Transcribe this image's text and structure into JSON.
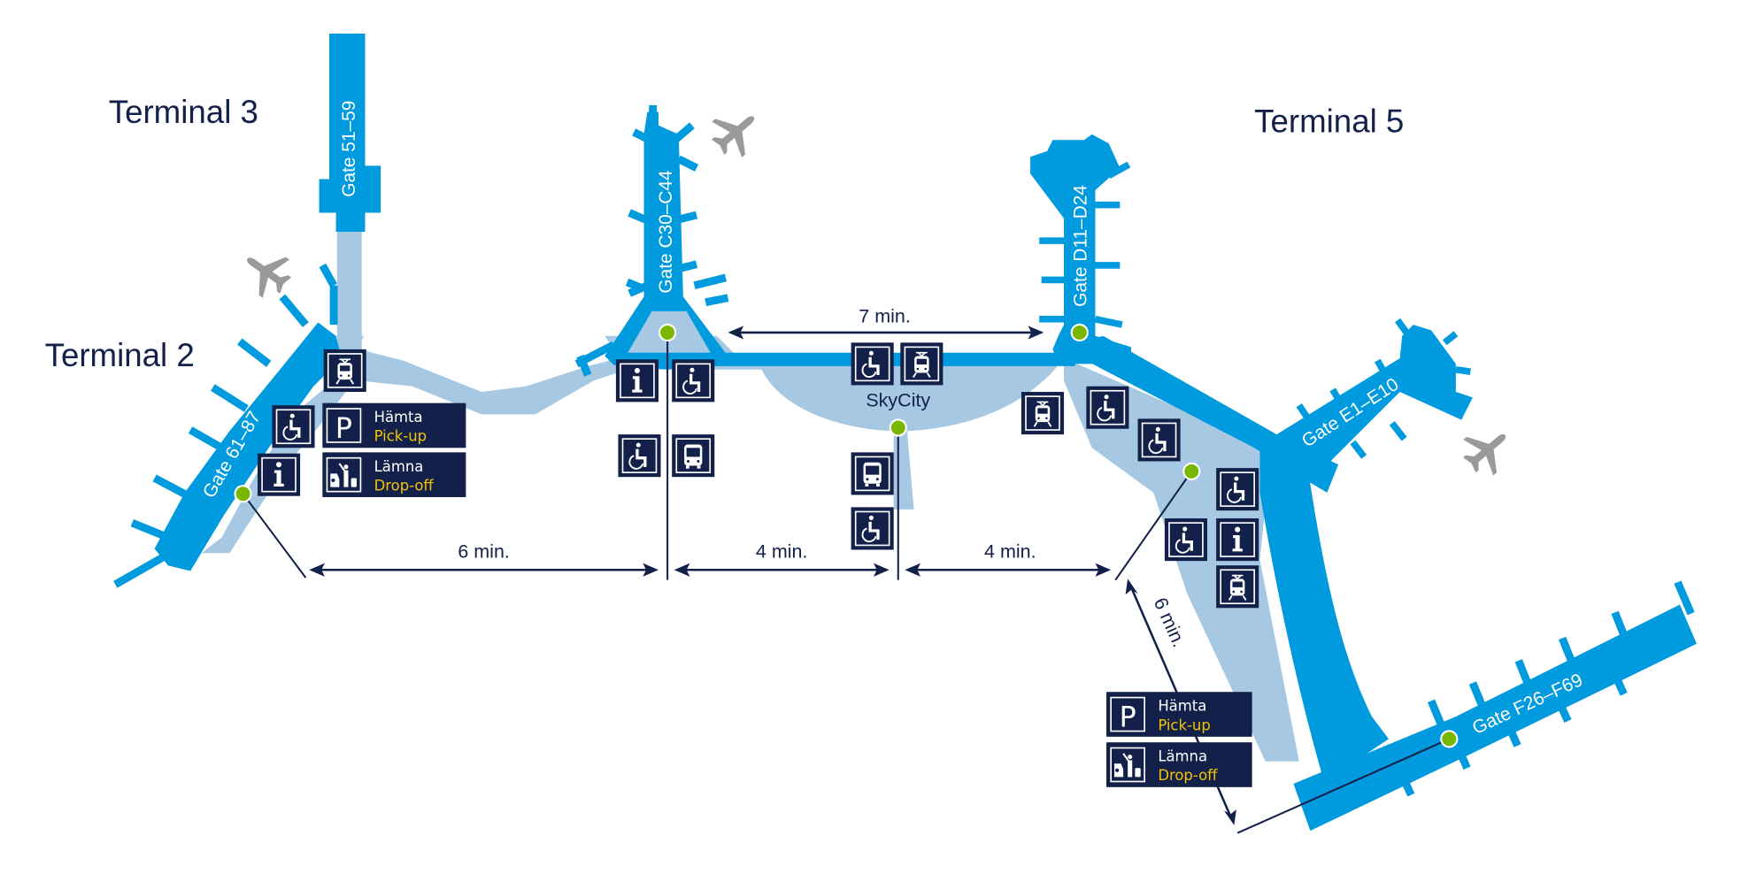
{
  "map": {
    "terminals": [
      {
        "id": "t2",
        "label": "Terminal 2"
      },
      {
        "id": "t3",
        "label": "Terminal 3"
      },
      {
        "id": "t5",
        "label": "Terminal 5"
      }
    ],
    "gates": [
      {
        "id": "gate-51-59",
        "label": "Gate 51–59"
      },
      {
        "id": "gate-61-87",
        "label": "Gate 61–87"
      },
      {
        "id": "gate-c30-c44",
        "label": "Gate C30–C44"
      },
      {
        "id": "gate-d11-d24",
        "label": "Gate D11–D24"
      },
      {
        "id": "gate-e1-e10",
        "label": "Gate E1–E10"
      },
      {
        "id": "gate-f26-f69",
        "label": "Gate F26–F69"
      }
    ],
    "places": {
      "skycity": "SkyCity"
    },
    "distances": [
      {
        "id": "t2-to-c",
        "label": "6 min."
      },
      {
        "id": "c-to-skycity",
        "label": "4 min."
      },
      {
        "id": "skycity-to-t5",
        "label": "4 min."
      },
      {
        "id": "c-to-d",
        "label": "7 min."
      },
      {
        "id": "t5-to-f",
        "label": "6 min."
      }
    ],
    "signs": {
      "pickup": {
        "sv": "Hämta",
        "en": "Pick-up"
      },
      "dropoff": {
        "sv": "Lämna",
        "en": "Drop-off"
      }
    },
    "icon_types": [
      "train-icon",
      "wheelchair-icon",
      "info-icon",
      "bus-icon",
      "parking-icon",
      "dropoff-icon",
      "airplane-icon",
      "location-dot-icon"
    ],
    "colors": {
      "terminal": "#009ade",
      "walkway": "#a6c8e2",
      "navy": "#13204a",
      "accent_yellow": "#f5c400",
      "location_dot": "#7ab800",
      "airplane": "#9a9a9a"
    }
  }
}
